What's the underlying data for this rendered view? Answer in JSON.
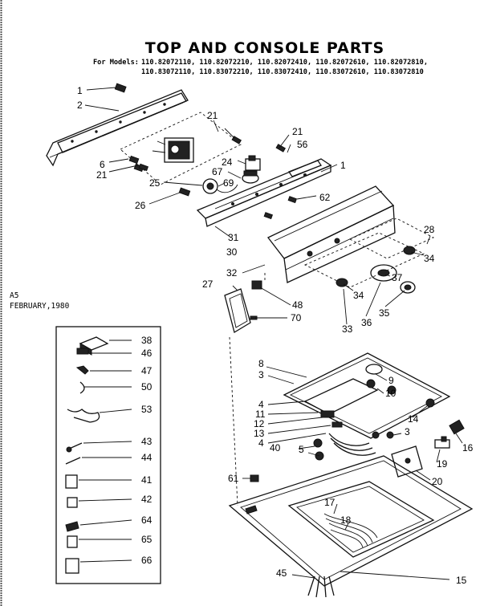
{
  "title": "TOP AND CONSOLE PARTS",
  "models": {
    "prefix": "For Models:",
    "line1": "110.82072110, 110.82072210, 110.82072410, 110.82072610, 110.82072810,",
    "line2": "110.83072110, 110.83072210, 110.83072410, 110.83072610, 110.83072810"
  },
  "notes": {
    "code": "A5",
    "date": "FEBRUARY,1980"
  },
  "callouts": {
    "c1a": "1",
    "c2": "2",
    "c6": "6",
    "c21a": "21",
    "c21b": "21",
    "c21c": "21",
    "c56": "56",
    "c1b": "1",
    "c24": "24",
    "c67": "67",
    "c69": "69",
    "c25": "25",
    "c62": "62",
    "c26": "26",
    "c31": "31",
    "c30": "30",
    "c28": "28",
    "c34a": "34",
    "c32": "32",
    "c37": "37",
    "c27": "27",
    "c48": "48",
    "c70": "70",
    "c34b": "34",
    "c35": "35",
    "c36": "36",
    "c33": "33",
    "c8": "8",
    "c3a": "3",
    "c9": "9",
    "c10": "10",
    "c4a": "4",
    "c11": "11",
    "c12": "12",
    "c13": "13",
    "c4b": "4",
    "c40": "40",
    "c5": "5",
    "c3b": "3",
    "c14": "14",
    "c16": "16",
    "c19": "19",
    "c20": "20",
    "c61": "61",
    "c17": "17",
    "c18": "18",
    "c45": "45",
    "c15": "15"
  },
  "legend": {
    "p38": "38",
    "p46": "46",
    "p47": "47",
    "p50": "50",
    "p53": "53",
    "p43": "43",
    "p44": "44",
    "p41": "41",
    "p42": "42",
    "p64": "64",
    "p65": "65",
    "p66": "66"
  }
}
